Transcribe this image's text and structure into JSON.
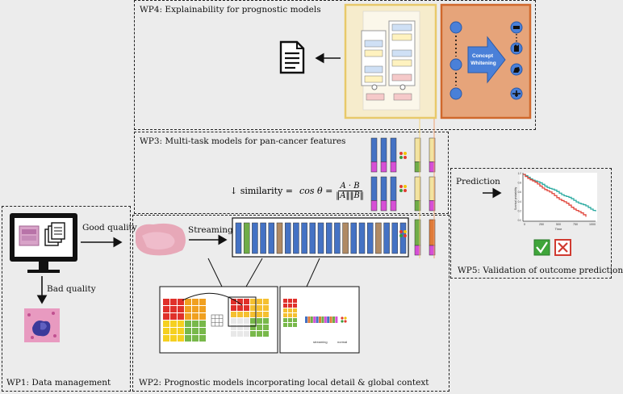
{
  "wp1": {
    "label": "WP1: Data management",
    "good_quality": "Good quality",
    "bad_quality": "Bad quality"
  },
  "wp2": {
    "label": "WP2:  Prognostic models incorporating  local detail  &  global context",
    "streaming": "Streaming",
    "legend_streaming": "streaming",
    "legend_normal": "normal"
  },
  "wp3": {
    "label": "WP3:  Multi-task  models for pan-cancer features",
    "similarity_prefix": "↓ similarity =",
    "cos_theta": "cos θ =",
    "numerator": "A · B",
    "denominator": "‖A‖‖B‖"
  },
  "wp4": {
    "label": "WP4:  Explainability  for prognostic models",
    "concept_line1": "Concept",
    "concept_line2": "Whitening"
  },
  "wp5": {
    "label": "WP5:  Validation  of outcome prediction",
    "prediction": "Prediction",
    "km_ylabel": "Survival probability",
    "km_xlabel": "Time",
    "km_xticks": [
      "0",
      "250",
      "500",
      "750",
      "1000"
    ],
    "km_yticks": [
      "0.0",
      "0.2",
      "0.4",
      "0.6",
      "0.8",
      "1.0"
    ]
  },
  "colors": {
    "blue": "#4472c4",
    "green": "#70ad47",
    "brown": "#b08a64",
    "magenta": "#d64fd6",
    "orange": "#e07b39",
    "yellow": "#f2e3a0",
    "red": "#e03a2f"
  }
}
